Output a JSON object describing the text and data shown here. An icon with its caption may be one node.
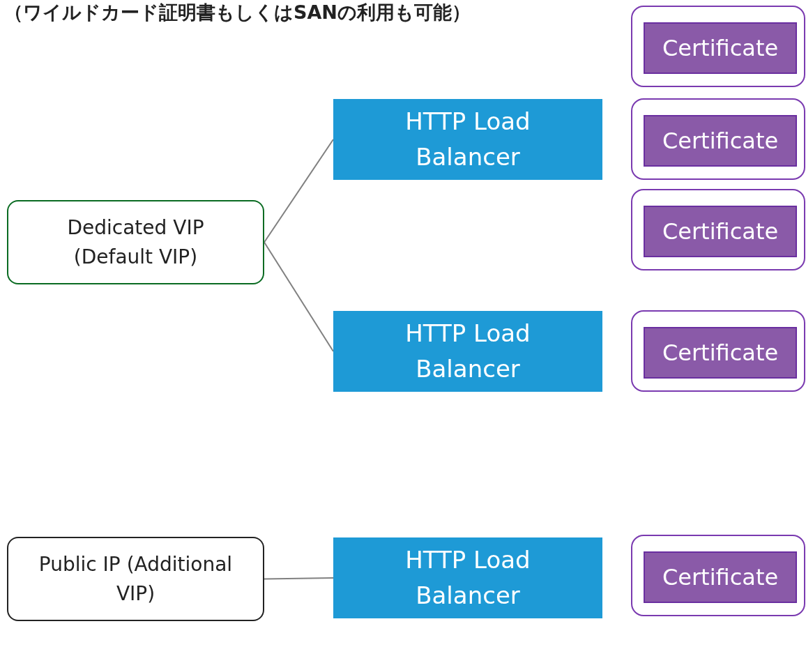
{
  "diagram": {
    "title": "（ワイルドカード証明書もしくはSANの利用も可能）",
    "nodes": [
      {
        "text": [
          "Dedicated VIP (Default VIP)"
        ]
      },
      {
        "text": [
          "HTTP Load Balancer"
        ]
      },
      {
        "text": [
          "HTTP Load Balancer"
        ]
      },
      {
        "text": [
          "Public IP (Additional VIP)"
        ]
      },
      {
        "text": [
          "HTTP Load Balancer"
        ]
      },
      {
        "text": [],
        "shape": "box"
      },
      {
        "text": [
          "Certificate"
        ],
        "in": 5
      },
      {
        "text": [],
        "shape": "box"
      },
      {
        "text": [
          "Certificate"
        ],
        "in": 7
      },
      {
        "text": [],
        "shape": "box"
      },
      {
        "text": [
          "Certificate"
        ],
        "in": 9
      },
      {
        "text": [],
        "shape": "box"
      },
      {
        "text": [
          "Certificate"
        ],
        "in": 11
      },
      {
        "text": [],
        "shape": "box"
      },
      {
        "text": [
          "Certificate"
        ],
        "in": 13
      }
    ],
    "edges": [
      {
        "from": 0,
        "to": 1,
        "arrow": "none"
      },
      {
        "from": 0,
        "to": 2,
        "arrow": "none"
      },
      {
        "from": 3,
        "to": 4,
        "arrow": "none"
      }
    ]
  }
}
